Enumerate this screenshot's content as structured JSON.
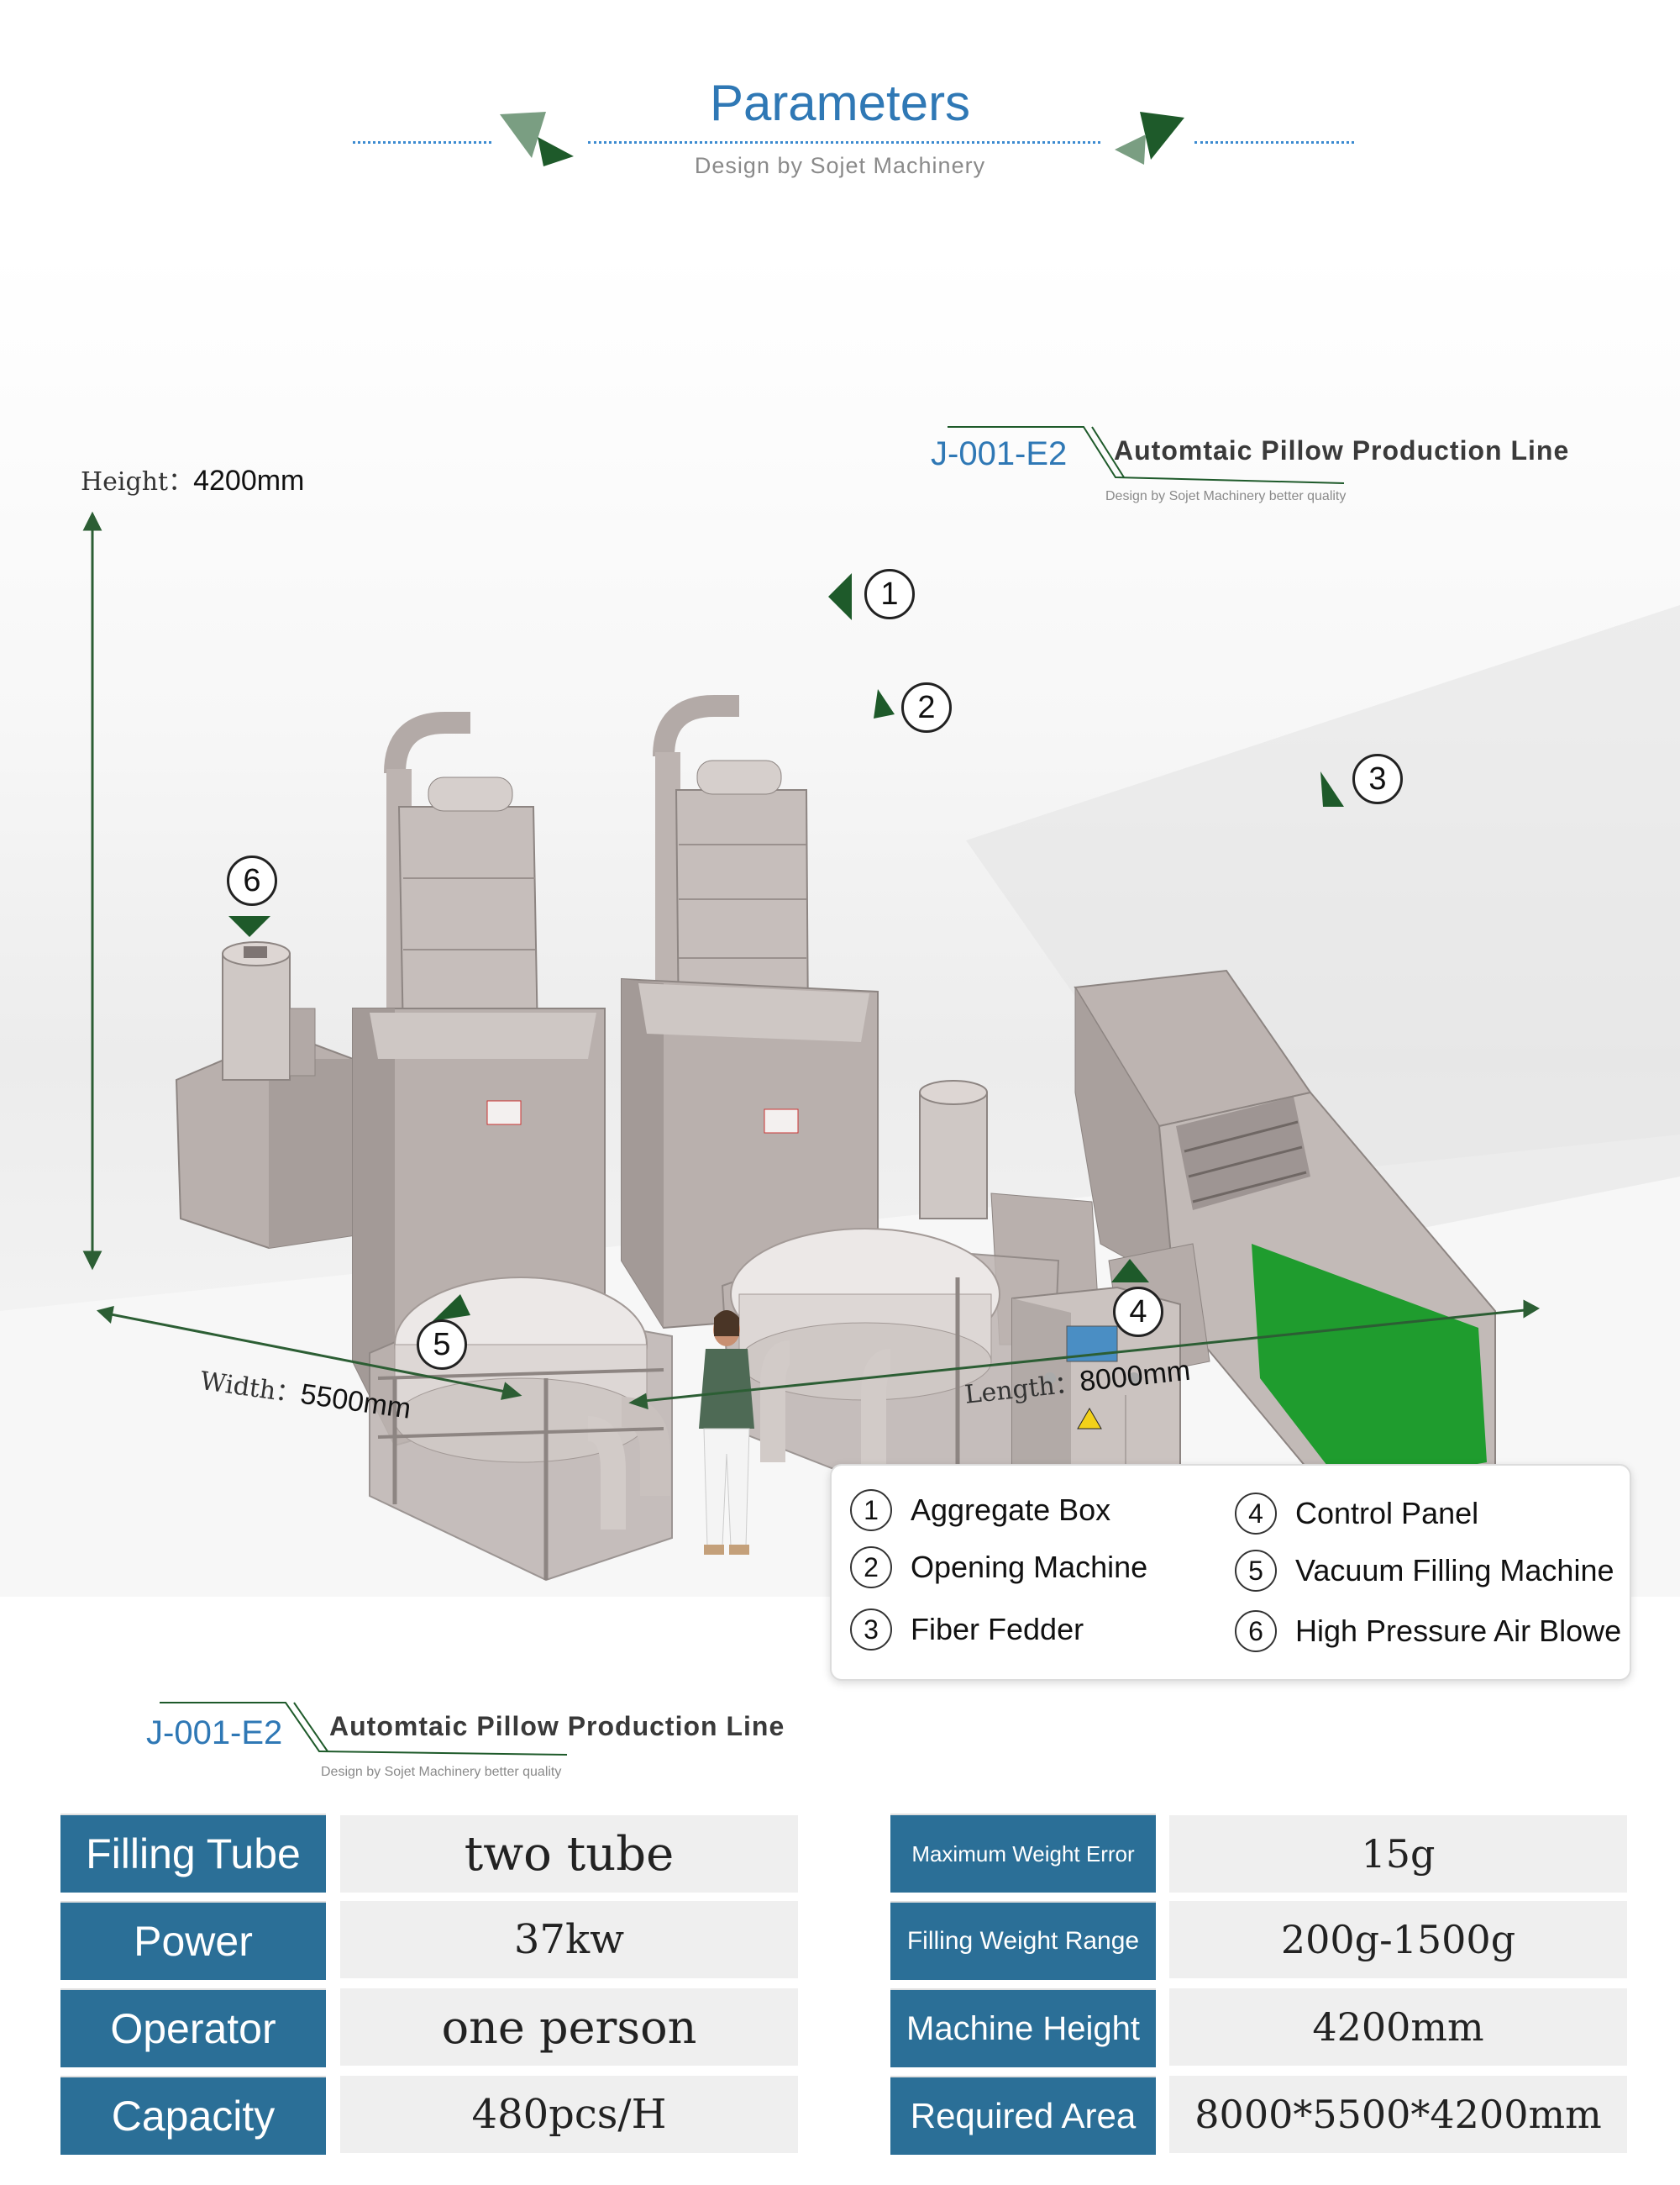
{
  "header": {
    "title": "Parameters",
    "subtitle": "Design by Sojet Machinery"
  },
  "scene": {
    "height_label": "Height：",
    "height_value": "4200mm",
    "width_label": "Width：",
    "width_value": "5500mm",
    "length_label": "Length：",
    "length_value": "8000mm",
    "model_code": "J-001-E2",
    "model_name": "Automtaic  Pillow  Production  Line",
    "model_tagline": "Design by Sojet Machinery better quality",
    "callouts": [
      "1",
      "2",
      "3",
      "4",
      "5",
      "6"
    ]
  },
  "legend": {
    "items": [
      {
        "num": "1",
        "label": "Aggregate Box"
      },
      {
        "num": "2",
        "label": "Opening Machine"
      },
      {
        "num": "3",
        "label": "Fiber Fedder"
      },
      {
        "num": "4",
        "label": "Control Panel"
      },
      {
        "num": "5",
        "label": "Vacuum Filling Machine"
      },
      {
        "num": "6",
        "label": "High Pressure Air Blowe"
      }
    ]
  },
  "spec_block": {
    "model_code": "J-001-E2",
    "model_name": "Automtaic  Pillow  Production  Line",
    "model_tagline": "Design by Sojet Machinery better quality"
  },
  "specs": {
    "left": [
      {
        "label": "Filling Tube",
        "value": "two tube"
      },
      {
        "label": "Power",
        "value": "37kw"
      },
      {
        "label": "Operator",
        "value": "one person"
      },
      {
        "label": "Capacity",
        "value": "480pcs/H"
      }
    ],
    "right": [
      {
        "label": "Maximum Weight Error",
        "value": "15g"
      },
      {
        "label": "Filling Weight Range",
        "value": "200g-1500g"
      },
      {
        "label": "Machine Height",
        "value": "4200mm"
      },
      {
        "label": "Required Area",
        "value": "8000*5500*4200mm"
      }
    ]
  },
  "colors": {
    "accent_blue": "#2f78b5",
    "table_label_bg": "#2b6f97",
    "table_value_bg": "#efefef",
    "arrow_green": "#2c5e34",
    "machine_gray": "#b5aca9",
    "hopper_green": "#1f9c2e"
  }
}
